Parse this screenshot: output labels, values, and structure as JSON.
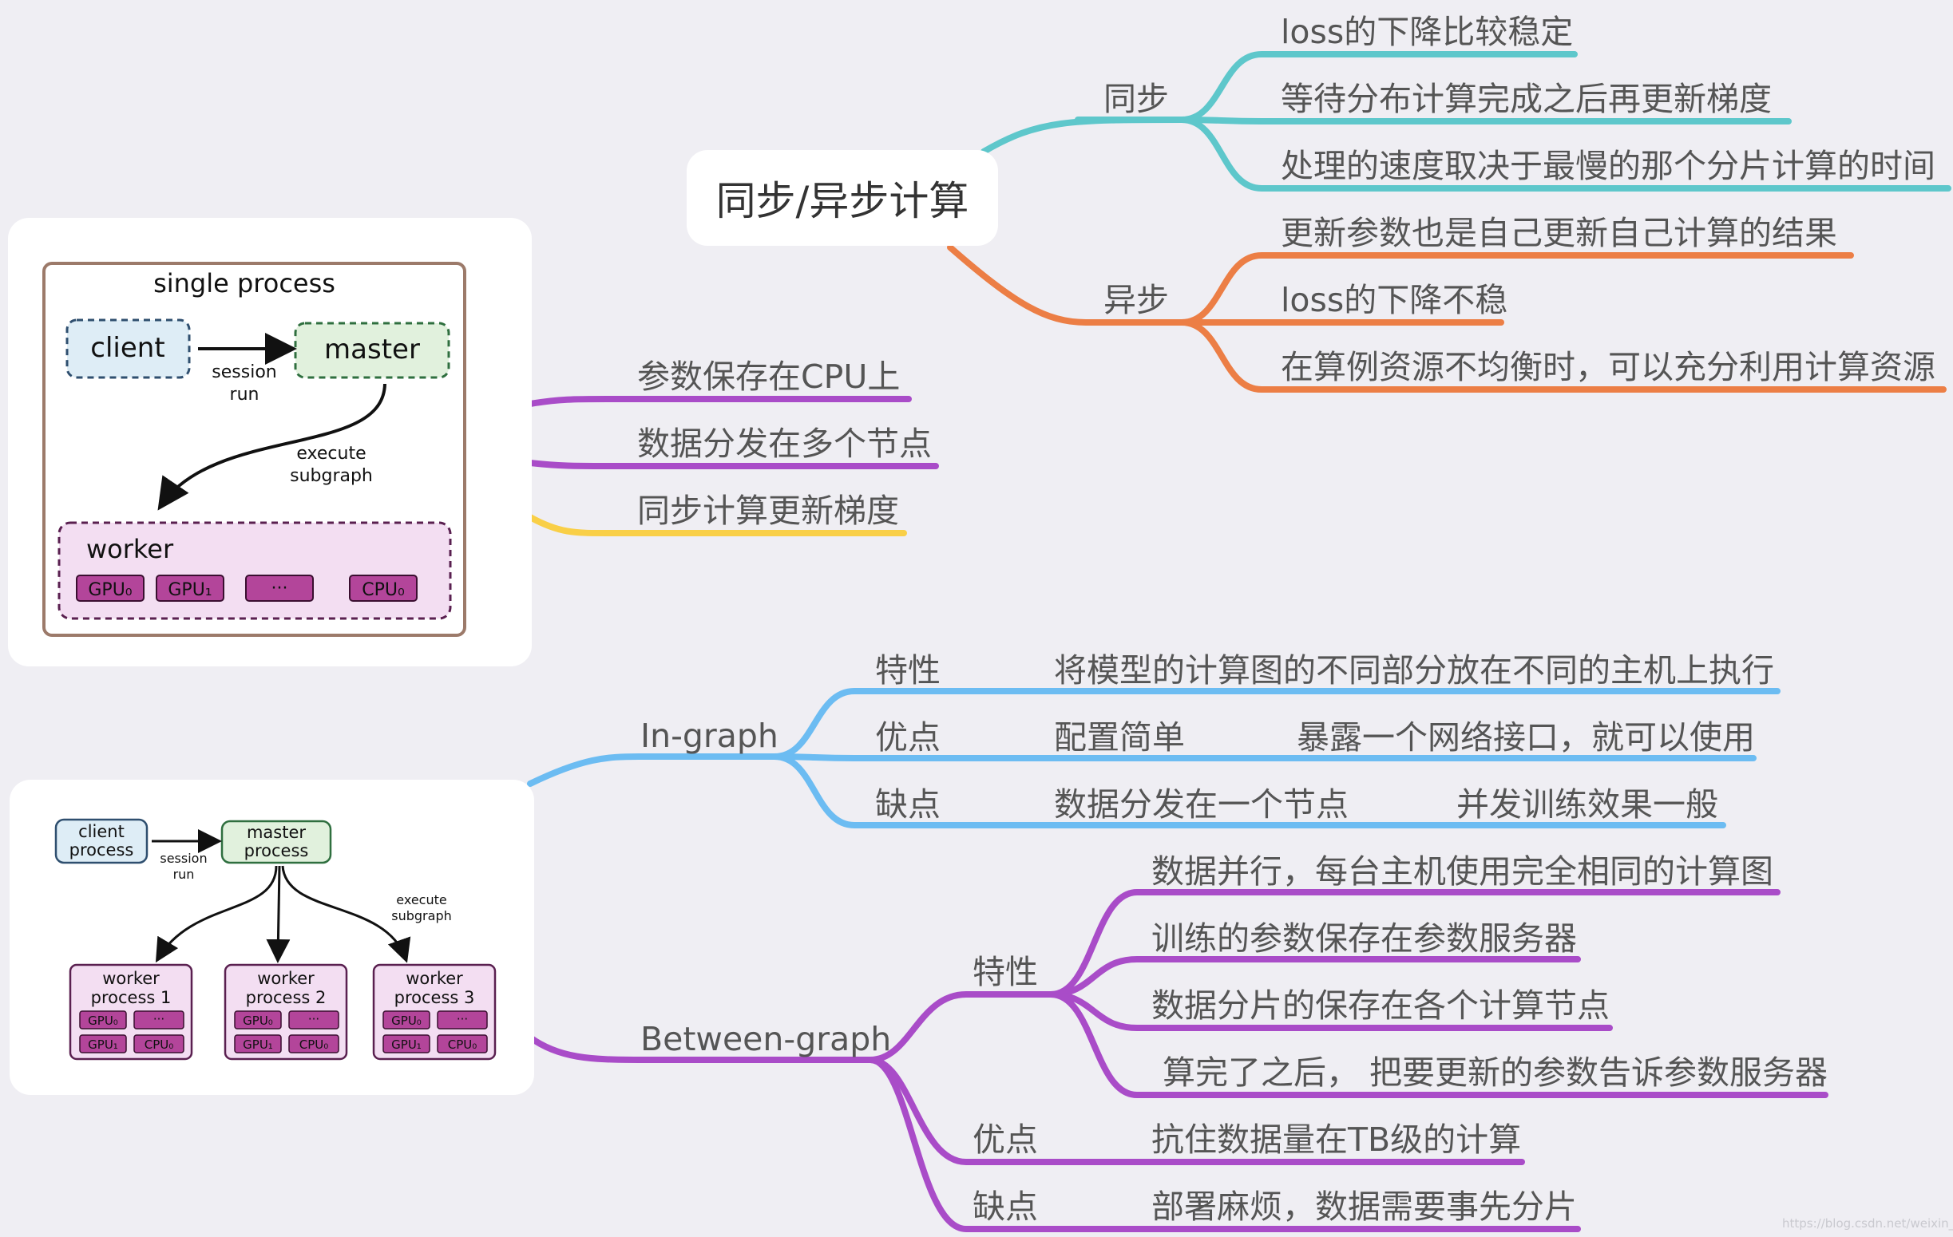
{
  "root": {
    "title": "同步/异步计算"
  },
  "sync_branch": {
    "label": "同步",
    "color": "#5ec7cb",
    "items": [
      "loss的下降比较稳定",
      "等待分布计算完成之后再更新梯度",
      "处理的速度取决于最慢的那个分片计算的时间"
    ]
  },
  "async_branch": {
    "label": "异步",
    "color": "#ec7e45",
    "items": [
      "更新参数也是自己更新自己计算的结果",
      "loss的下降不稳",
      "在算例资源不均衡时，可以充分利用计算资源"
    ]
  },
  "single_process_items": [
    {
      "text": "参数保存在CPU上",
      "color": "#a94cc8"
    },
    {
      "text": "数据分发在多个节点",
      "color": "#a94cc8"
    },
    {
      "text": "同步计算更新梯度",
      "color": "#f9cf47"
    }
  ],
  "in_graph": {
    "label": "In-graph",
    "color": "#6cbcf2",
    "feature_label": "特性",
    "feature": "将模型的计算图的不同部分放在不同的主机上执行",
    "pros_label": "优点",
    "pros": [
      "配置简单",
      "暴露一个网络接口，就可以使用"
    ],
    "cons_label": "缺点",
    "cons": [
      "数据分发在一个节点",
      "并发训练效果一般"
    ]
  },
  "between_graph": {
    "label": "Between-graph",
    "color": "#a94cc8",
    "feature_label": "特性",
    "features": [
      "数据并行，每台主机使用完全相同的计算图",
      "训练的参数保存在参数服务器",
      "数据分片的保存在各个计算节点",
      "算完了之后，  把要更新的参数告诉参数服务器"
    ],
    "pros_label": "优点",
    "pros": "抗住数据量在TB级的计算",
    "cons_label": "缺点",
    "cons": "部署麻烦，数据需要事先分片"
  },
  "diagram_single": {
    "title": "single process",
    "client": "client",
    "master": "master",
    "session_run": [
      "session",
      "run"
    ],
    "execute_subgraph": [
      "execute",
      "subgraph"
    ],
    "worker": "worker",
    "devices": [
      "GPU₀",
      "GPU₁",
      "···",
      "CPU₀"
    ]
  },
  "diagram_multi": {
    "client": [
      "client",
      "process"
    ],
    "master": [
      "master",
      "process"
    ],
    "session_run": [
      "session",
      "run"
    ],
    "execute_subgraph": [
      "execute",
      "subgraph"
    ],
    "workers": [
      {
        "title": [
          "worker",
          "process 1"
        ]
      },
      {
        "title": [
          "worker",
          "process 2"
        ]
      },
      {
        "title": [
          "worker",
          "process 3"
        ]
      }
    ],
    "devices": [
      "GPU₀",
      "···",
      "GPU₁",
      "CPU₀"
    ]
  },
  "colors": {
    "background": "#efeef3",
    "client_fill": "#deedf6",
    "master_fill": "#e1f1dd",
    "worker_fill": "#f3def2",
    "device_fill": "#b3459a",
    "frame": "#9c7a6a"
  },
  "watermark": "https://blog.csdn.net/weixin_..."
}
